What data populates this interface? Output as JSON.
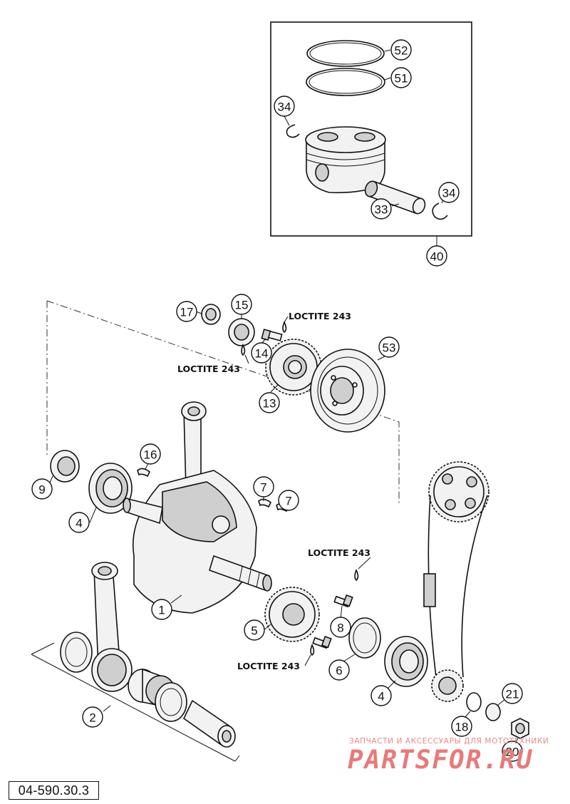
{
  "reference_code": "04-590.30.3",
  "watermark": {
    "tagline": "ЗАПЧАСТИ И АКСЕССУАРЫ ДЛЯ МОТОТЕХНИКИ",
    "brand": "PARTSFOR.RU"
  },
  "loctite_label": "LOCTITE 243",
  "callouts": {
    "c1": "1",
    "c2": "2",
    "c4a": "4",
    "c4b": "4",
    "c5": "5",
    "c6": "6",
    "c7a": "7",
    "c7b": "7",
    "c8": "8",
    "c9": "9",
    "c13": "13",
    "c14": "14",
    "c15": "15",
    "c16": "16",
    "c17": "17",
    "c18": "18",
    "c20": "20",
    "c21": "21",
    "c33": "33",
    "c34a": "34",
    "c34b": "34",
    "c40": "40",
    "c51": "51",
    "c52": "52",
    "c53": "53"
  }
}
